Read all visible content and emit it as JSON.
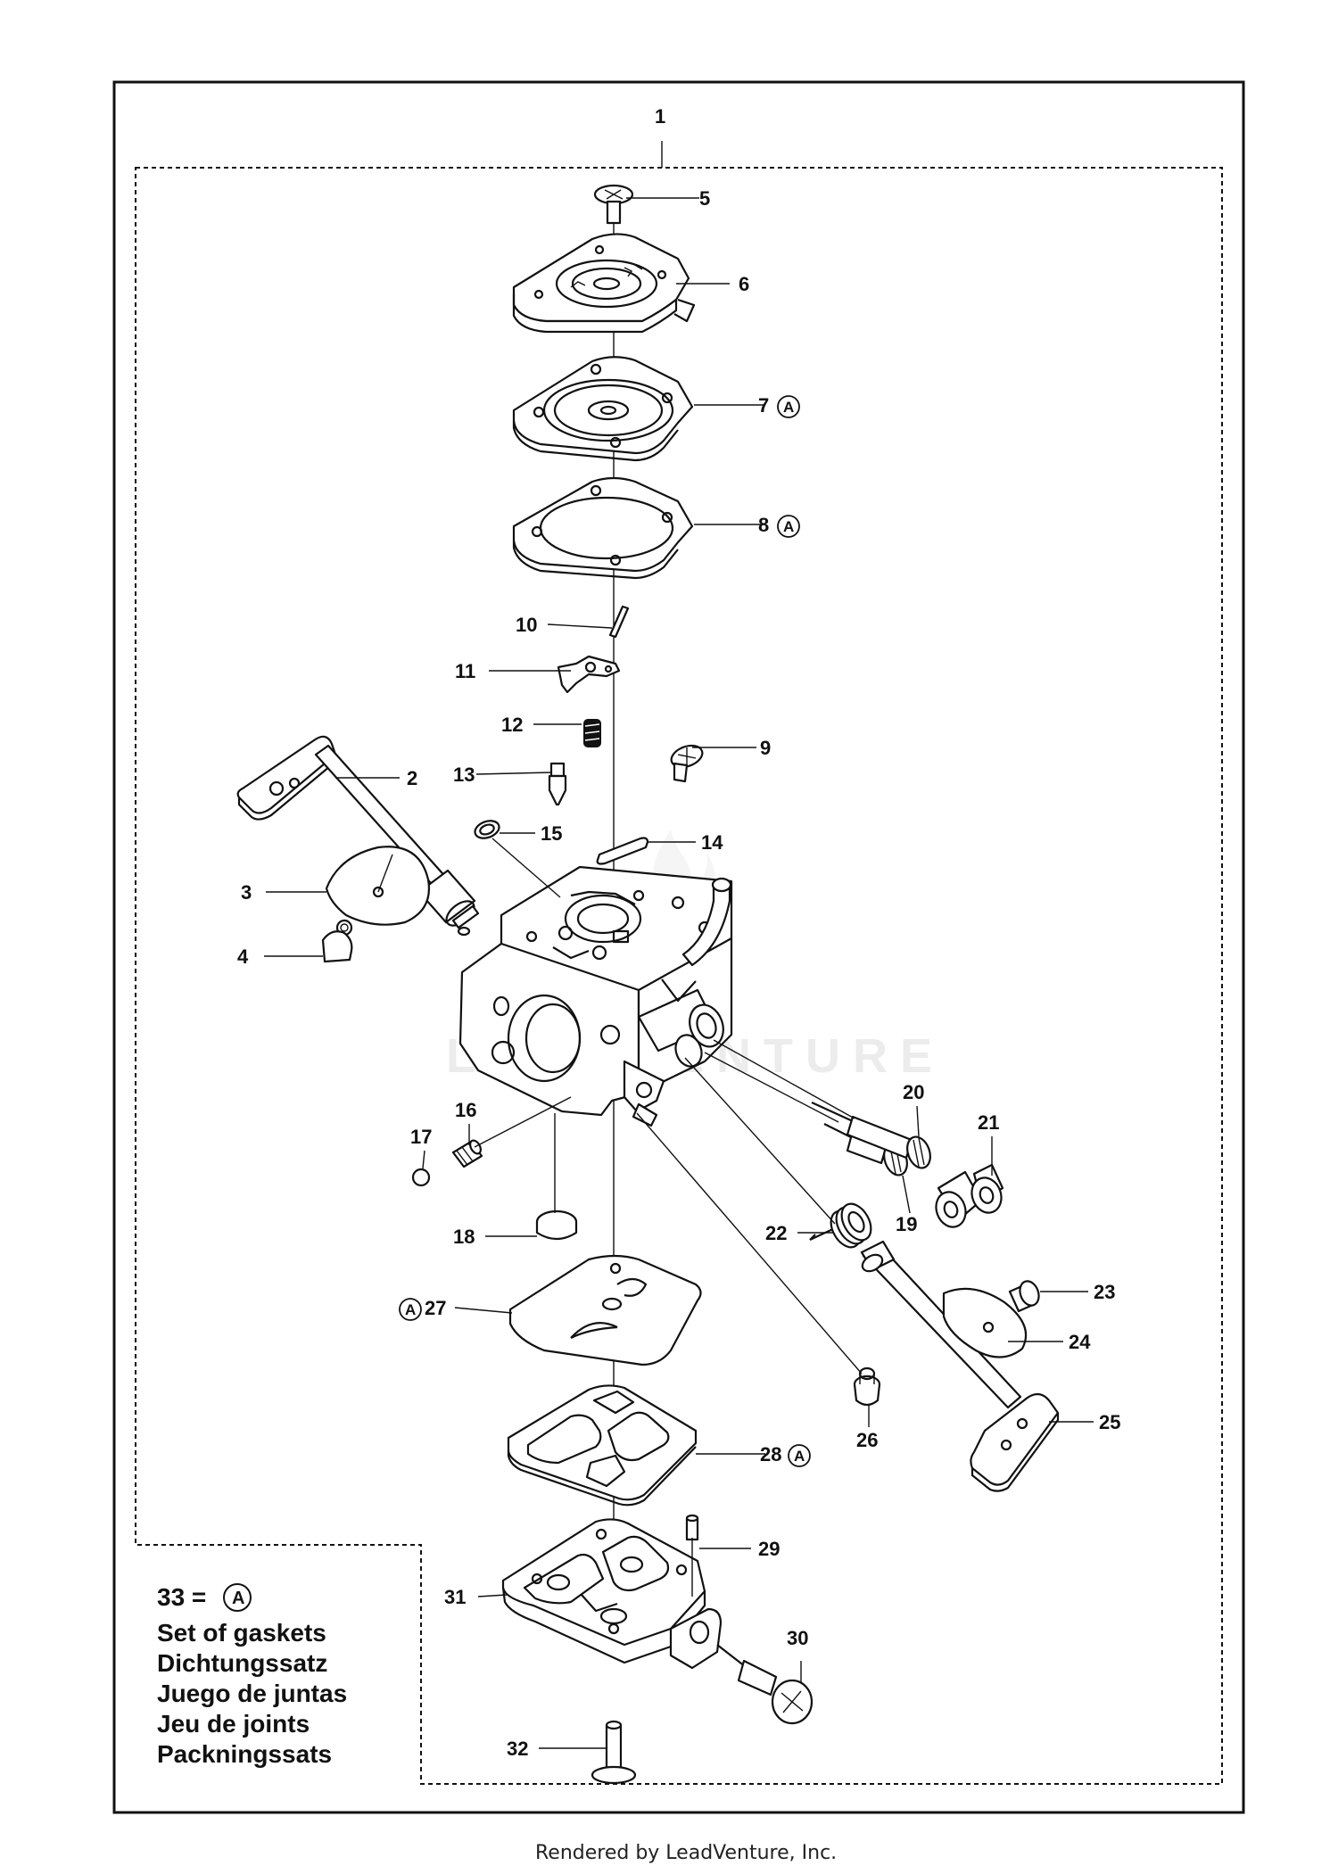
{
  "callouts": {
    "c1": "1",
    "c2": "2",
    "c3": "3",
    "c4": "4",
    "c5": "5",
    "c6": "6",
    "c7": "7",
    "c8": "8",
    "c9": "9",
    "c10": "10",
    "c11": "11",
    "c12": "12",
    "c13": "13",
    "c14": "14",
    "c15": "15",
    "c16": "16",
    "c17": "17",
    "c18": "18",
    "c19": "19",
    "c20": "20",
    "c21": "21",
    "c22": "22",
    "c23": "23",
    "c24": "24",
    "c25": "25",
    "c26": "26",
    "c27": "27",
    "c28": "28",
    "c29": "29",
    "c30": "30",
    "c31": "31",
    "c32": "32"
  },
  "kit_marker": "A",
  "legend": {
    "kit_line": "33 =",
    "lines": [
      "Set of gaskets",
      "Dichtungssatz",
      "Juego de juntas",
      "Jeu de joints",
      "Packningssats"
    ]
  },
  "watermark": "LEADVENTURE",
  "footer": "Rendered by LeadVenture, Inc."
}
